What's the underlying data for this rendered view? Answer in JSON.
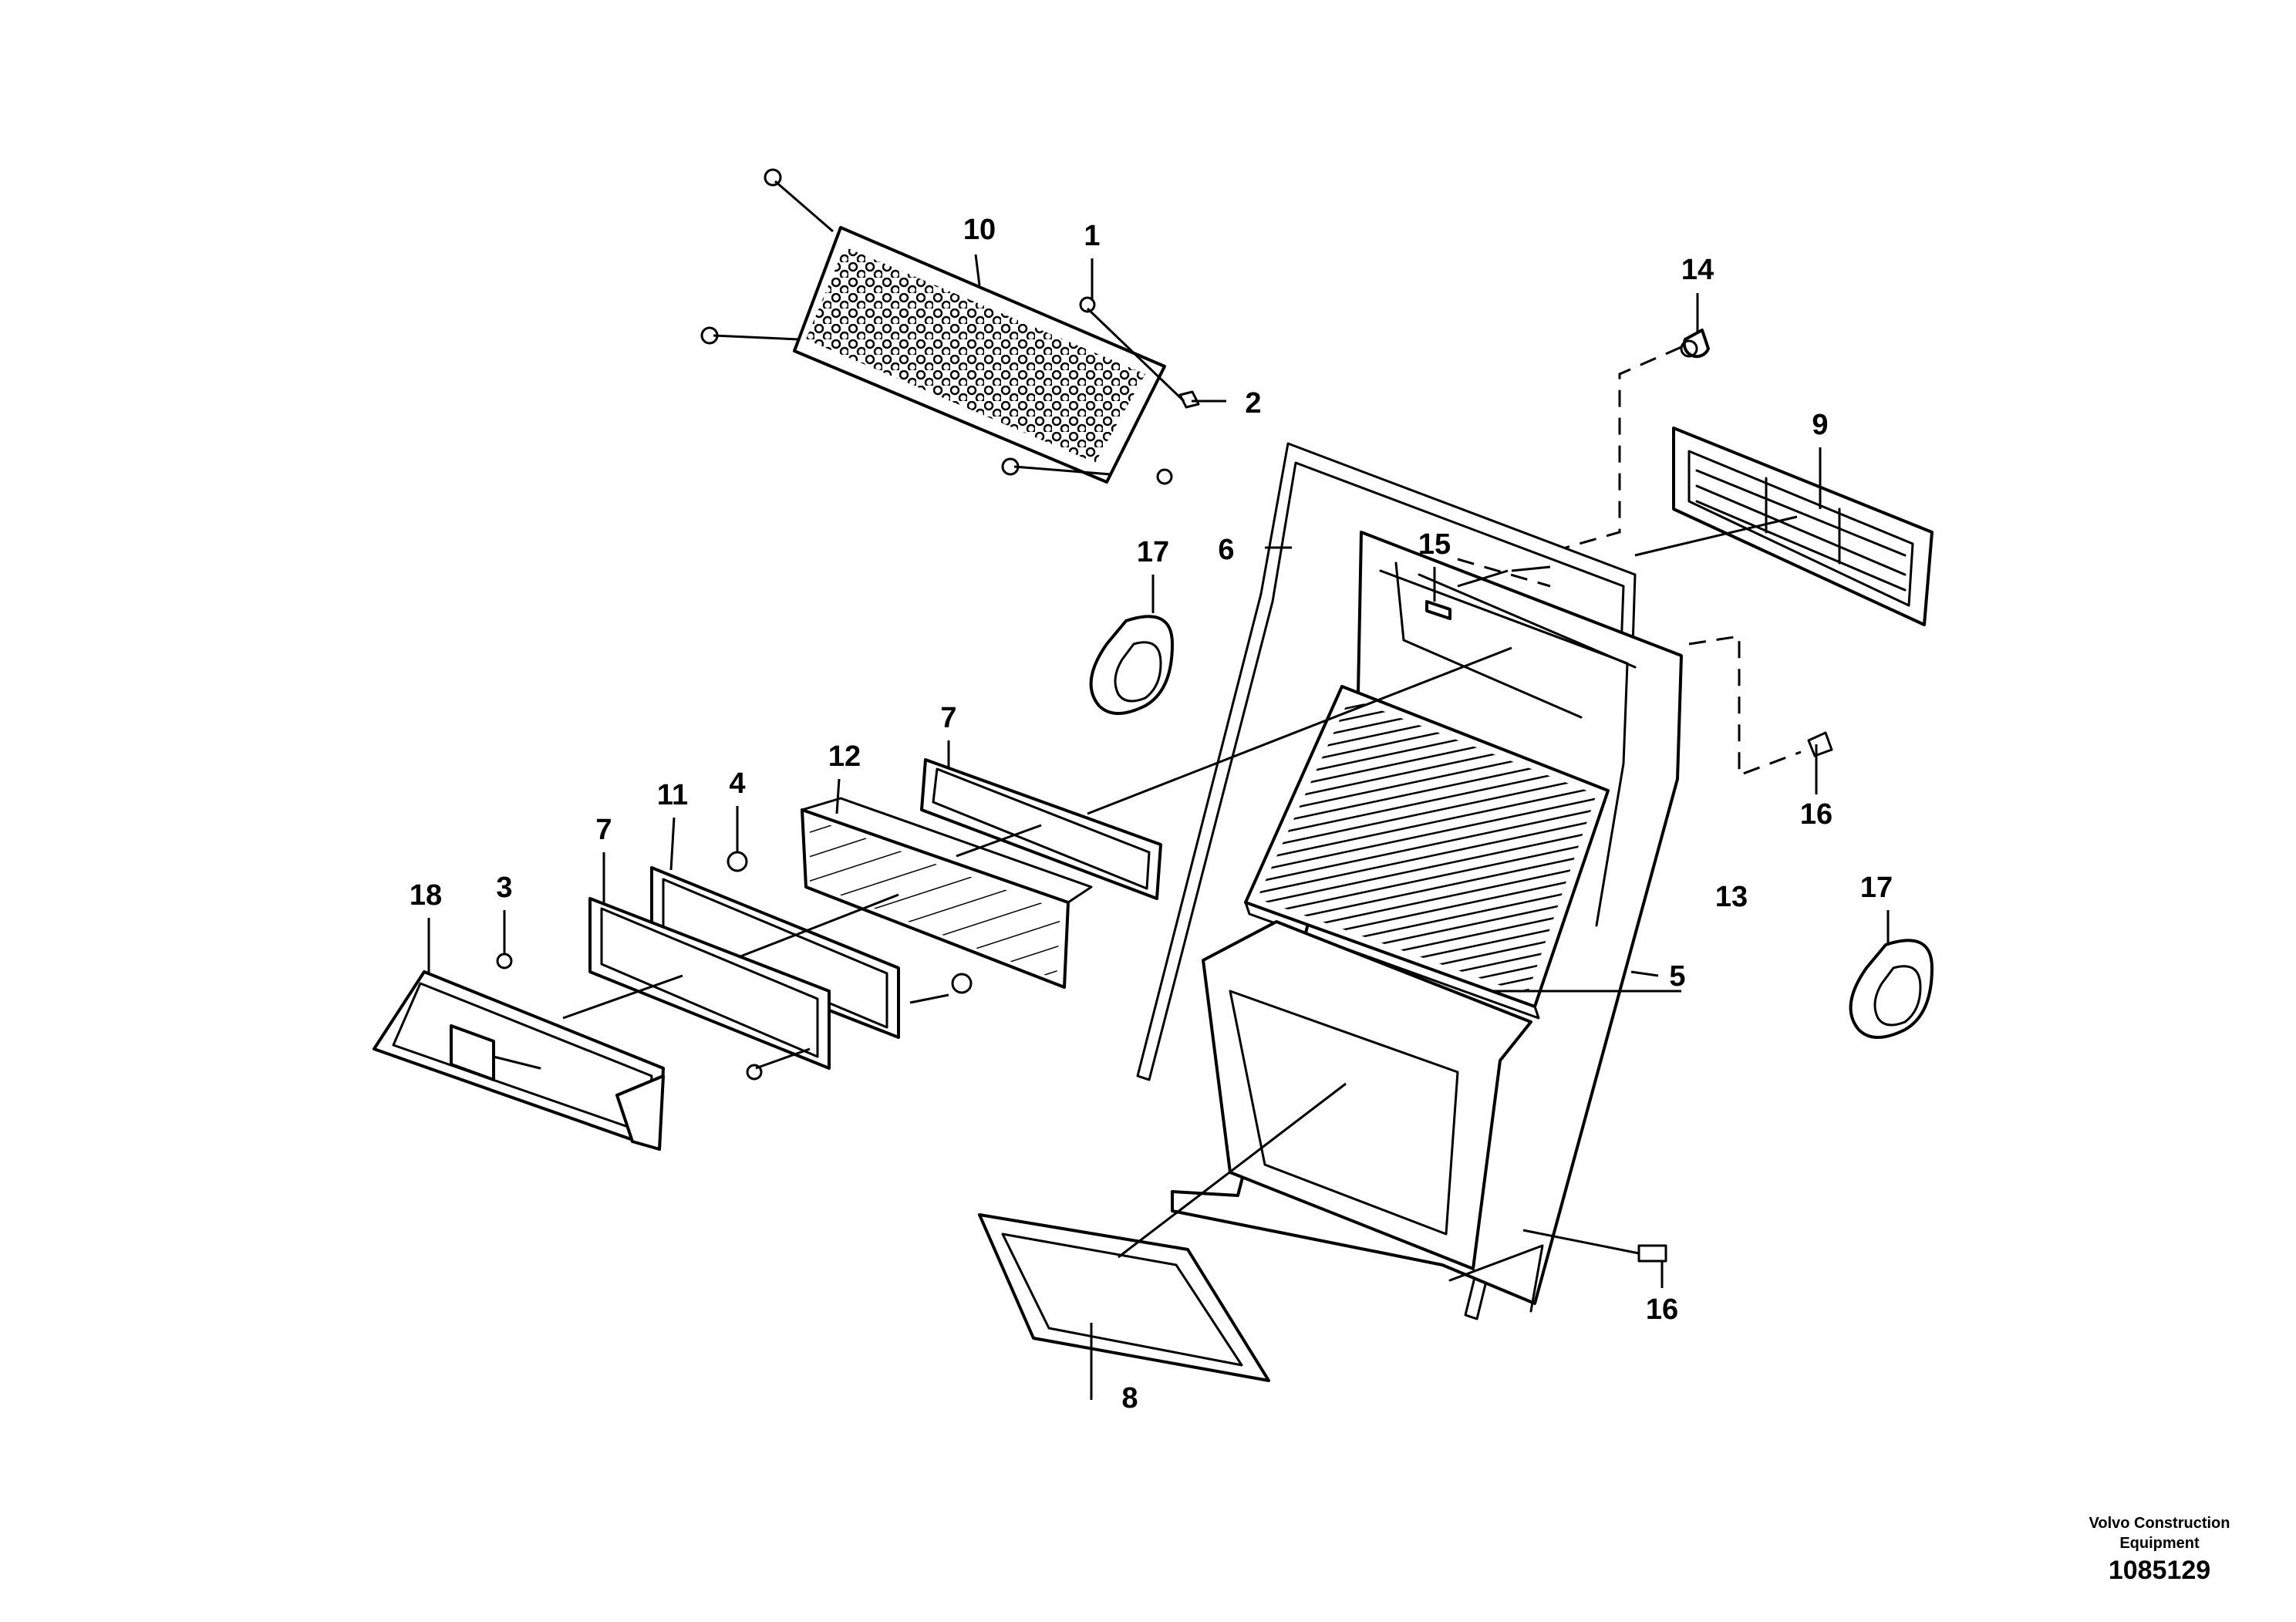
{
  "callouts": {
    "c1": "1",
    "c2": "2",
    "c3": "3",
    "c4": "4",
    "c5": "5",
    "c6": "6",
    "c7a": "7",
    "c7b": "7",
    "c8": "8",
    "c9": "9",
    "c10": "10",
    "c11": "11",
    "c12": "12",
    "c13": "13",
    "c14": "14",
    "c15": "15",
    "c16a": "16",
    "c16b": "16",
    "c17a": "17",
    "c17b": "17",
    "c18": "18"
  },
  "footer": {
    "brand_line1": "Volvo Construction",
    "brand_line2": "Equipment",
    "drawing_number": "1085129"
  }
}
